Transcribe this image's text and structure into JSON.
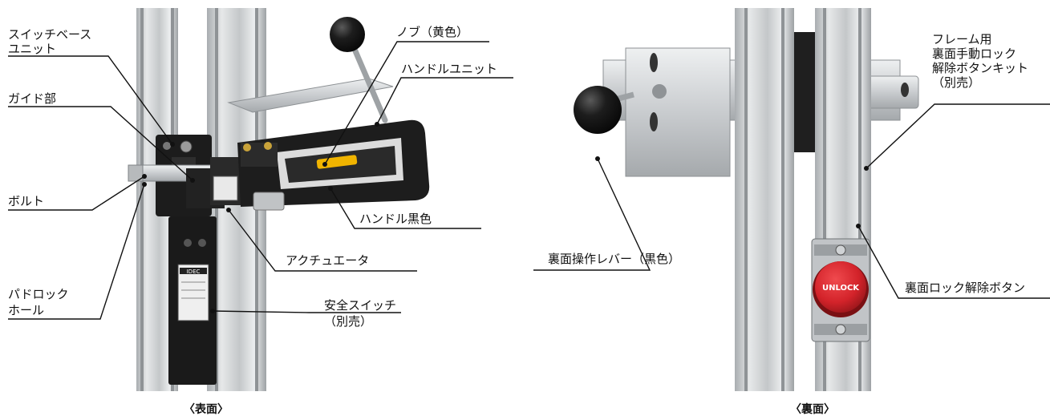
{
  "front": {
    "caption": "〈表面〉",
    "labels": {
      "switch_base_unit": [
        "スイッチベース",
        "ユニット"
      ],
      "guide": "ガイド部",
      "bolt": "ボルト",
      "padlock_hole": [
        "パドロック",
        "ホール"
      ],
      "knob": "ノブ（黄色）",
      "handle_unit": "ハンドルユニット",
      "handle_black": "ハンドル黒色",
      "actuator": "アクチュエータ",
      "safety_switch": [
        "安全スイッチ",
        "（別売）"
      ]
    },
    "product_text": {
      "brand": "IDEC"
    }
  },
  "back": {
    "caption": "〈裏面〉",
    "labels": {
      "kit": [
        "フレーム用",
        "裏面手動ロック",
        "解除ボタンキット",
        "（別売）"
      ],
      "rear_lever": "裏面操作レバー（黒色）",
      "rear_button": "裏面ロック解除ボタン"
    },
    "button_text": "UNLOCK"
  },
  "colors": {
    "aluminum": "#c9ccce",
    "black_part": "#1c1c1c",
    "knob": "#141414",
    "unlock_red": "#d8262b",
    "accent_yellow": "#f0b400"
  }
}
